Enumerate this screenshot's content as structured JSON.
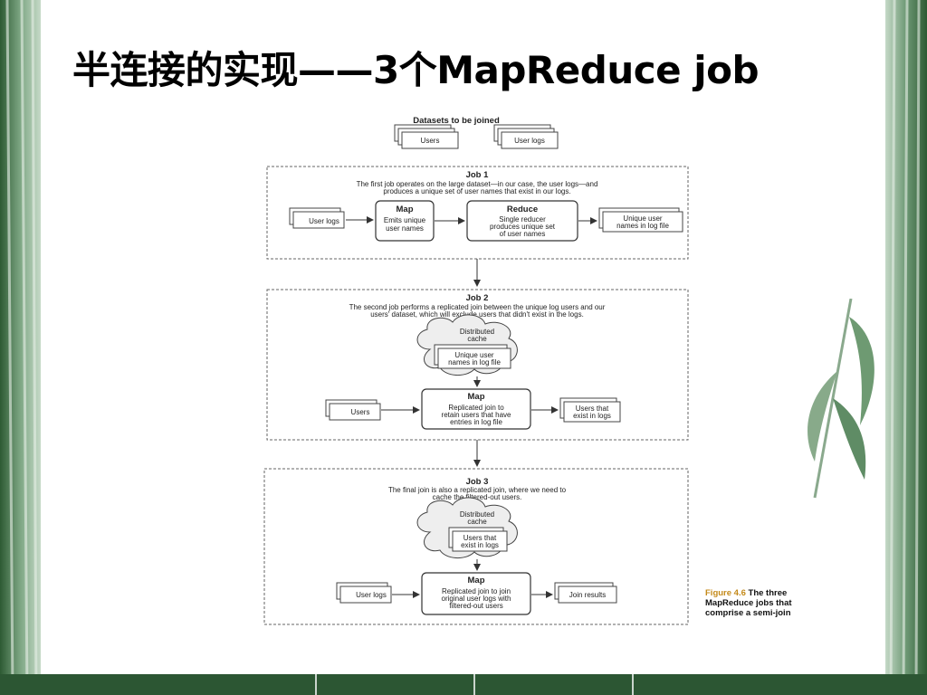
{
  "slide": {
    "title": "半连接的实现——3个MapReduce job"
  },
  "figure": {
    "top_label": "Datasets to be joined",
    "datasets": [
      "Users",
      "User logs"
    ],
    "job1": {
      "title": "Job 1",
      "desc": [
        "The first job operates on the large dataset—in our case, the user logs—and",
        "produces a unique set of user names that exist in our logs."
      ],
      "input": "User logs",
      "map": {
        "title": "Map",
        "lines": [
          "Emits unique",
          "user names"
        ]
      },
      "reduce": {
        "title": "Reduce",
        "lines": [
          "Single reducer",
          "produces unique set",
          "of user names"
        ]
      },
      "output": [
        "Unique user",
        "names in log file"
      ]
    },
    "job2": {
      "title": "Job 2",
      "desc": [
        "The second job performs a replicated join between the unique log users and our",
        "users' dataset, which will exclude users that didn't exist in the logs."
      ],
      "cache_label": [
        "Distributed",
        "cache"
      ],
      "cache_file": [
        "Unique user",
        "names in log file"
      ],
      "input": "Users",
      "map": {
        "title": "Map",
        "lines": [
          "Replicated join to",
          "retain users that have",
          "entries in log file"
        ]
      },
      "output": [
        "Users that",
        "exist in logs"
      ]
    },
    "job3": {
      "title": "Job 3",
      "desc": [
        "The final join is also a replicated join, where we need to",
        "cache the filtered-out users."
      ],
      "cache_label": [
        "Distributed",
        "cache"
      ],
      "cache_file": [
        "Users that",
        "exist in logs"
      ],
      "input": "User logs",
      "map": {
        "title": "Map",
        "lines": [
          "Replicated join to join",
          "original user logs with",
          "filtered-out users"
        ]
      },
      "output": "Join results"
    },
    "caption_number": "Figure 4.6",
    "caption_text": "The three MapReduce jobs that comprise a semi-join"
  }
}
